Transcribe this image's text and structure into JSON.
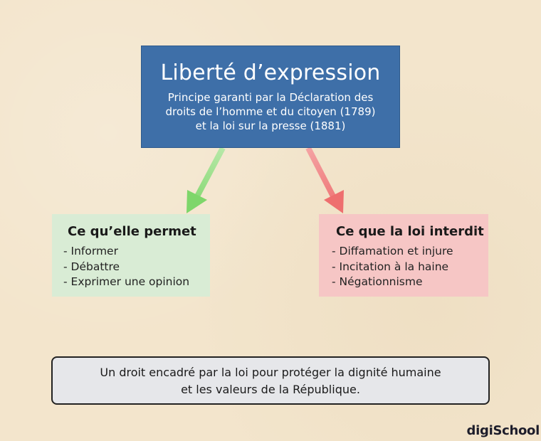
{
  "main": {
    "title": "Liberté d’expression",
    "subtitle_lines": [
      "Principe garanti par la Déclaration des",
      "droits de l’homme et du citoyen (1789)",
      "et la loi sur la presse (1881)"
    ]
  },
  "allowed": {
    "title": "Ce qu’elle permet",
    "items": [
      "- Informer",
      "- Débattre",
      "- Exprimer une opinion"
    ]
  },
  "forbidden": {
    "title": "Ce que la loi interdit",
    "items": [
      "- Diffamation et injure",
      "- Incitation à la haine",
      "- Négationnisme"
    ]
  },
  "conclusion": {
    "lines": [
      "Un droit encadré par la loi pour protéger la dignité humaine",
      "et les valeurs de la République."
    ]
  },
  "logo": {
    "text": "digiSchool"
  },
  "colors": {
    "background": "#f3e5cc",
    "main_box": "#3e6fa8",
    "allowed_box": "#d9ecd5",
    "forbidden_box": "#f6c6c5",
    "arrow_green": "#8fdd7e",
    "arrow_red": "#f07a7a",
    "conclusion_box": "#e6e7ea"
  }
}
